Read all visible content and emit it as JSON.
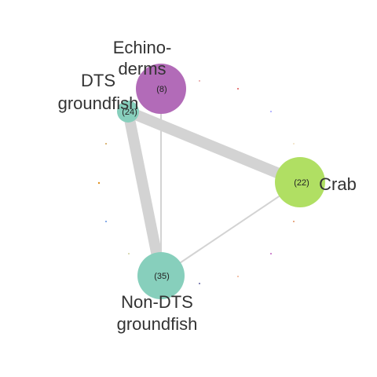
{
  "network": {
    "nodes": [
      {
        "id": "echinoderms",
        "label_lines": [
          "Echino-",
          "derms"
        ],
        "count_label": "(8)",
        "color": "#B26BB8"
      },
      {
        "id": "dts",
        "label_lines": [
          "DTS",
          "groundfish"
        ],
        "count_label": "(24)",
        "color": "#87CFBC"
      },
      {
        "id": "crab",
        "label_lines": [
          "Crab"
        ],
        "count_label": "(22)",
        "color": "#B0DF63"
      },
      {
        "id": "nondts",
        "label_lines": [
          "Non-DTS",
          "groundfish"
        ],
        "count_label": "(35)",
        "color": "#87CFBC"
      }
    ],
    "edges": [
      {
        "from": "dts",
        "to": "crab",
        "weight": "heavy"
      },
      {
        "from": "dts",
        "to": "nondts",
        "weight": "heavy"
      },
      {
        "from": "crab",
        "to": "nondts",
        "weight": "light"
      },
      {
        "from": "echinoderms",
        "to": "nondts",
        "weight": "light"
      }
    ],
    "edge_color": "#D3D3D3"
  }
}
